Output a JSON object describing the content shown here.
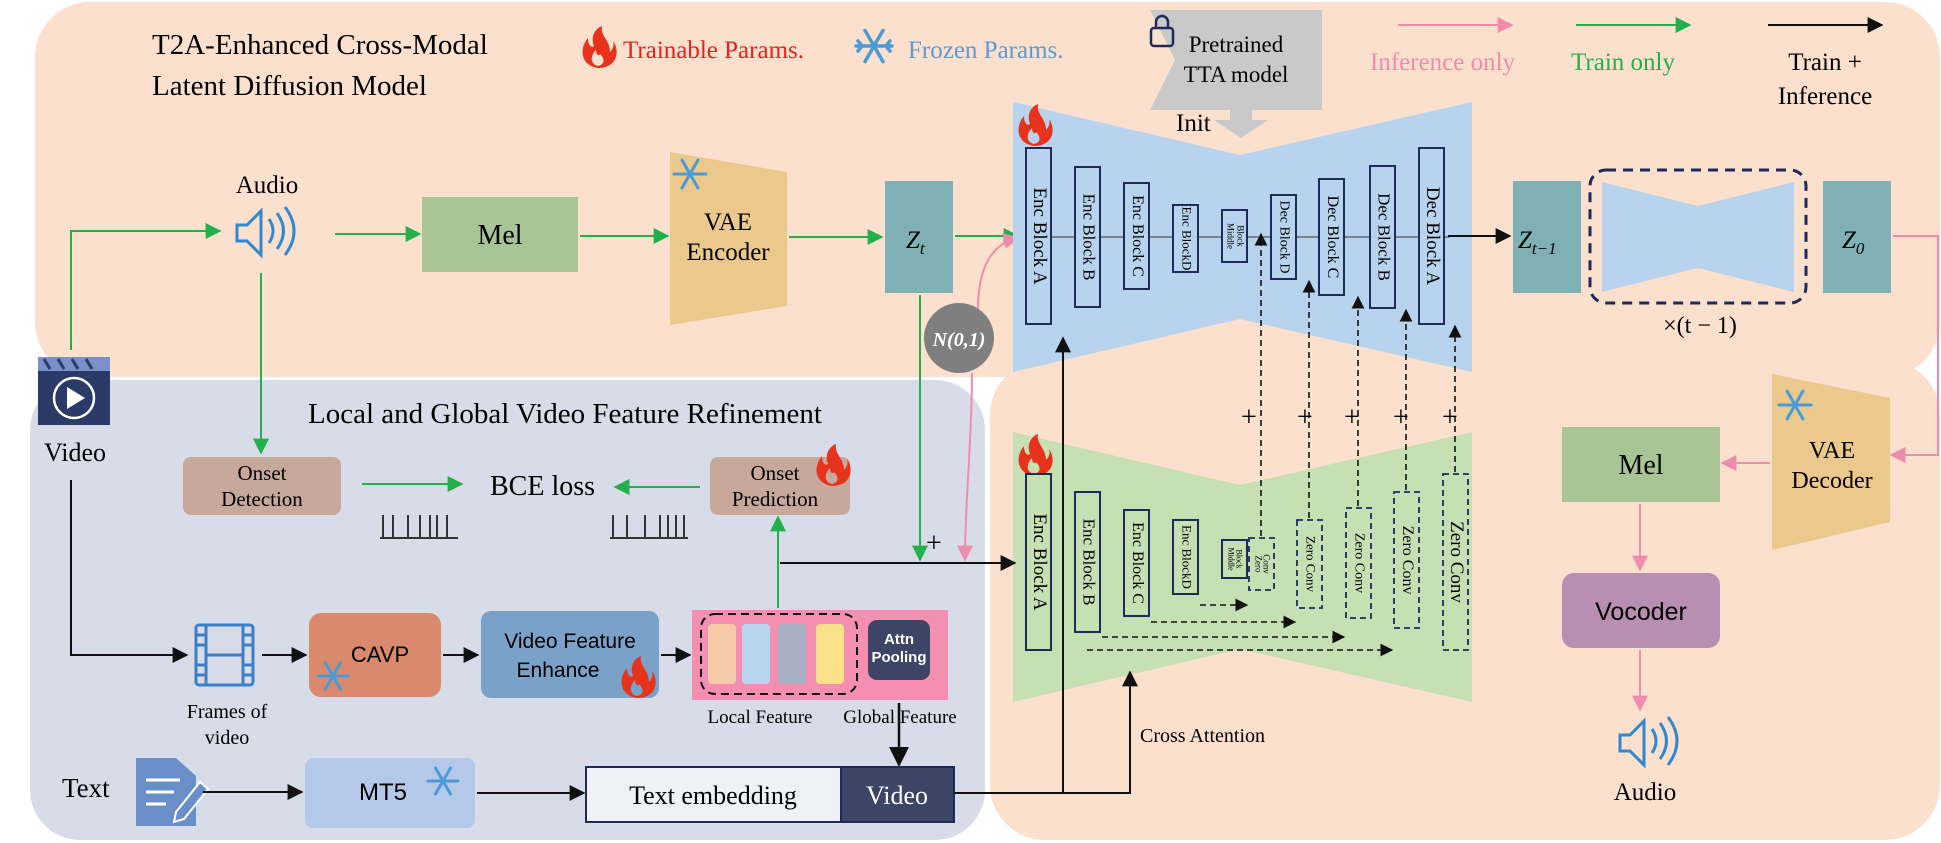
{
  "title": {
    "line1": "T2A-Enhanced Cross-Modal",
    "line2": "Latent Diffusion Model"
  },
  "legend": {
    "trainable": "Trainable Params.",
    "frozen": "Frozen Params.",
    "pretrained_line1": "Pretrained",
    "pretrained_line2": "TTA model",
    "init": "Init",
    "inference_only": "Inference only",
    "train_only": "Train only",
    "train_inf_line1": "Train +",
    "train_inf_line2": "Inference"
  },
  "colors": {
    "peach": "#fbe0cd",
    "slate": "#d8dce8",
    "green_arrow": "#22b04b",
    "pink_arrow": "#f08cab",
    "unet_blue": "#b7d3ee",
    "control_green": "#c6e0b4",
    "mel": "#a9c596",
    "vae": "#ebc98d",
    "teal": "#7fb1b4",
    "onset": "#c7a99b",
    "cavp": "#d98a6c",
    "video_enh": "#7aa2c8",
    "vocoder": "#b88fb0",
    "mt5": "#b4c8ea"
  },
  "audio_top": {
    "label": "Audio",
    "icon": "speaker-icon"
  },
  "video_label": "Video",
  "mel_top": "Mel",
  "vae_encoder": {
    "line1": "VAE",
    "line2": "Encoder"
  },
  "zt": "Z",
  "zt_sub": "t",
  "noise": "N(0,1)",
  "unet_blocks": [
    "Enc Block A",
    "Enc Block B",
    "Enc Block C",
    "Enc BlockD",
    "Middle Block",
    "Dec Block D",
    "Dec Block C",
    "Dec Block B",
    "Dec Block A"
  ],
  "control_blocks": [
    "Enc Block A",
    "Enc Block B",
    "Enc Block C",
    "Enc BlockD",
    "Middle Block"
  ],
  "zero_convs": [
    "Zero Conv",
    "Zero Conv",
    "Zero Conv",
    "Zero Conv",
    "Zero Conv"
  ],
  "plus": "+",
  "zt1": "Z",
  "zt1_sub": "t−1",
  "z0": "Z",
  "z0_sub": "0",
  "times": "×(t − 1)",
  "vae_decoder": {
    "line1": "VAE",
    "line2": "Decoder"
  },
  "mel_right": "Mel",
  "vocoder": "Vocoder",
  "audio_out": "Audio",
  "refine_title": "Local and Global Video Feature Refinement",
  "onset_detection": {
    "line1": "Onset",
    "line2": "Detection"
  },
  "bce": "BCE loss",
  "onset_prediction": {
    "line1": "Onset",
    "line2": "Prediction"
  },
  "frames": {
    "line1": "Frames of",
    "line2": "video"
  },
  "cavp": "CAVP",
  "video_enhance": {
    "line1": "Video Feature",
    "line2": "Enhance"
  },
  "attn_pooling": {
    "line1": "Attn",
    "line2": "Pooling"
  },
  "local_feature": "Local Feature",
  "global_feature": "Global Feature",
  "text_label": "Text",
  "mt5": "MT5",
  "text_embedding": "Text embedding",
  "video_box": "Video",
  "cross_attention": "Cross Attention"
}
